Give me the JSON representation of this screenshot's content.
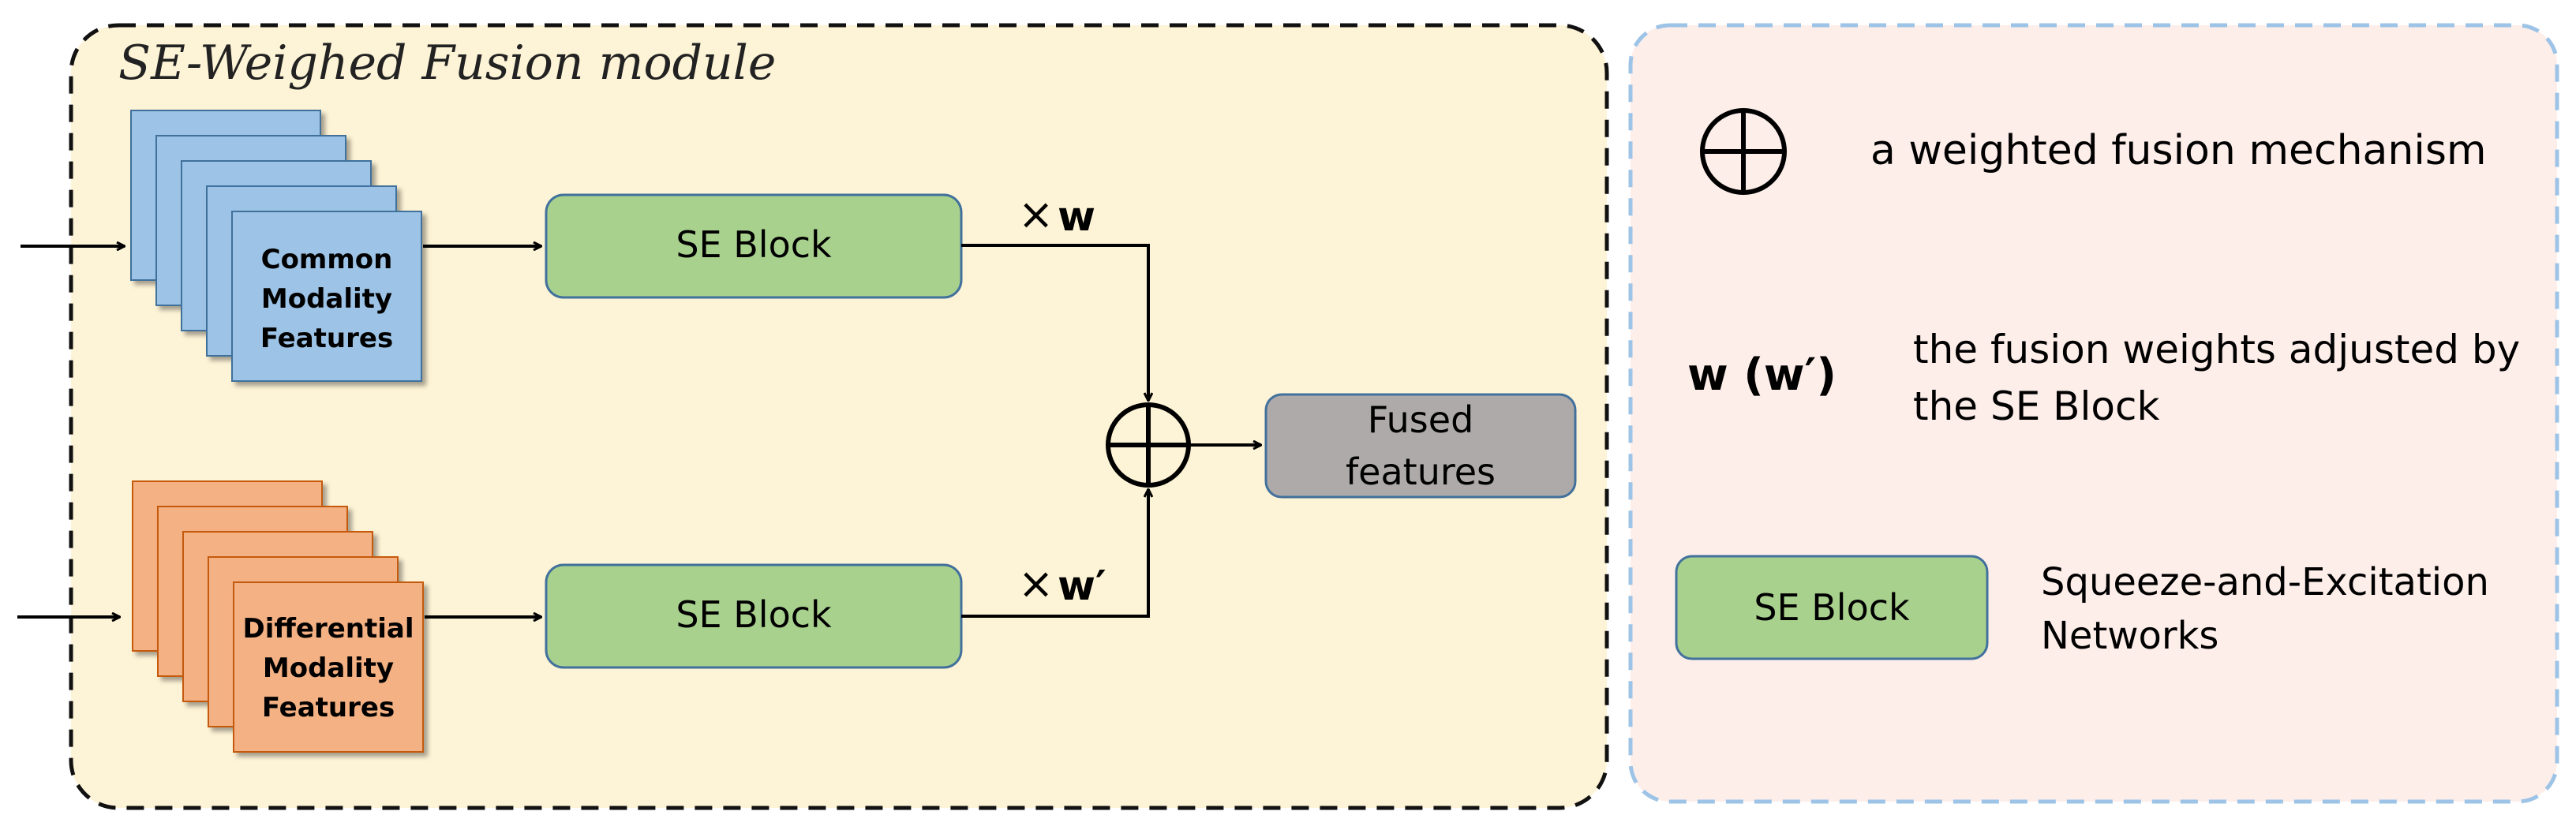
{
  "module": {
    "title": "SE-Weighed Fusion module",
    "common_features": [
      "Common",
      "Modality",
      "Features"
    ],
    "differential_features": [
      "Differential",
      "Modality",
      "Features"
    ],
    "se_block_top": "SE Block",
    "se_block_bottom": "SE Block",
    "weight_top": "w",
    "weight_bottom": "w′",
    "times_symbol": "×",
    "fused": [
      "Fused",
      "features"
    ]
  },
  "legend": {
    "fusion_desc": "a weighted fusion mechanism",
    "weights_symbol": "w (w′)",
    "weights_desc": [
      "the fusion weights adjusted by",
      "the SE Block"
    ],
    "se_block_label": "SE Block",
    "se_block_desc": [
      "Squeeze-and-Excitation",
      "Networks"
    ]
  },
  "colors": {
    "module_bg": "#fdf3d6",
    "legend_bg": "#fdeeea",
    "legend_border": "#9dc3e6",
    "common_fill": "#9dc3e6",
    "differential_fill": "#f4b183",
    "se_fill": "#a9d18e",
    "fused_fill": "#aeaaaa",
    "box_border": "#41719c"
  }
}
